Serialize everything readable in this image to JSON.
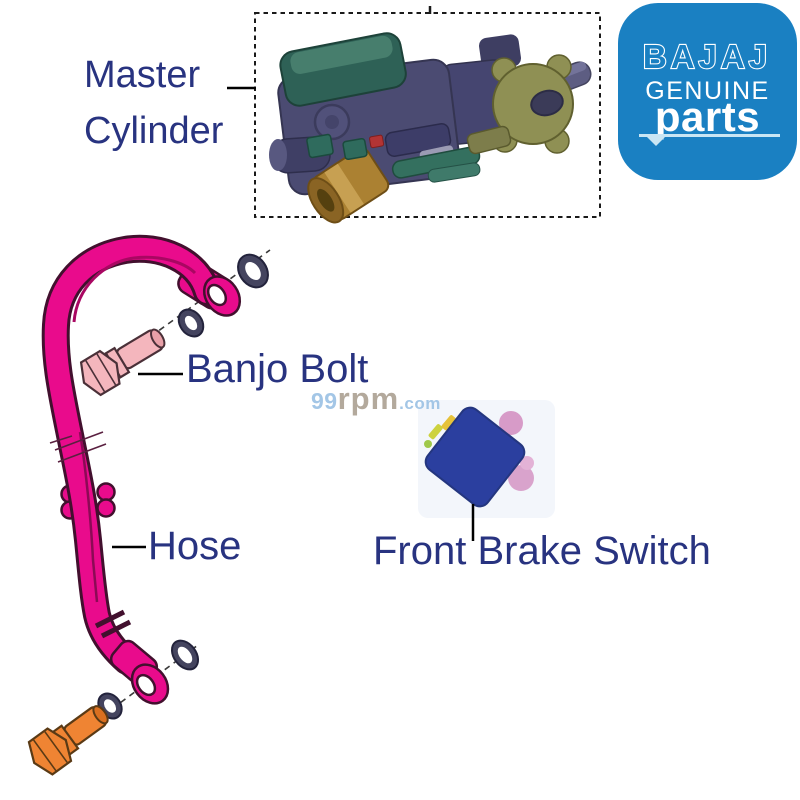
{
  "labels": {
    "master_cylinder": "Master Cylinder",
    "banjo_bolt": "Banjo Bolt",
    "hose": "Hose",
    "front_brake_switch": "Front Brake Switch"
  },
  "logo": {
    "brand": "BAJAJ",
    "line1": "GENUINE",
    "line2": "parts",
    "background_color": "#1a80c2",
    "text_color": "#ffffff"
  },
  "watermark": {
    "prefix": "99",
    "middle": "rpm",
    "suffix": ".com",
    "blue_color": "#a3c6e6",
    "gray_color": "#b3a99c"
  },
  "colors": {
    "label_text": "#283380",
    "hose_magenta": "#e90b8c",
    "hose_outline": "#42102e",
    "banjo_bolt_pink": "#f4b6bd",
    "lower_bolt_orange": "#ef8433",
    "o_ring_dark": "#44445f",
    "switch_blue": "#2b3f9f",
    "switch_connector_pink": "#d79bc8",
    "master_cylinder_body": "#4b4b72",
    "reservoir_cap_teal": "#2e6156",
    "clamp_khaki": "#8f9054",
    "brass_fitting": "#ab8132"
  }
}
